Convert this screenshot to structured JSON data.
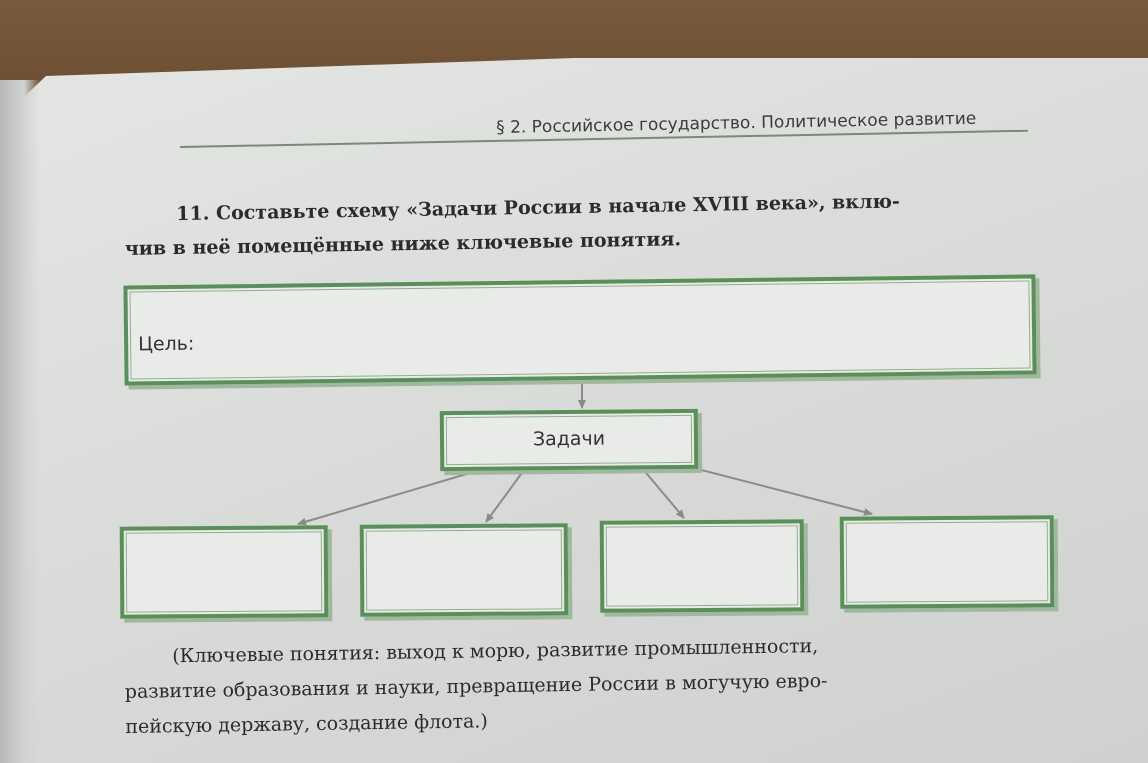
{
  "page": {
    "running_head": "§ 2. Российское государство. Политическое развитие"
  },
  "task": {
    "number": "11.",
    "text_line1": "Составьте схему «Задачи России в начале XVIII века», вклю-",
    "text_line2": "чив в неё помещённые ниже ключевые понятия."
  },
  "diagram": {
    "goal_label": "Цель:",
    "tasks_label": "Задачи",
    "empty_boxes": 4,
    "colors": {
      "border": "#5a8f5a",
      "arrow": "#8a8c8a"
    }
  },
  "keywords": {
    "line1": "(Ключевые понятия: выход к морю, развитие промышленности,",
    "line2": "развитие образования и науки, превращение России в могучую евро-",
    "line3": "пейскую державу, создание флота.)"
  }
}
